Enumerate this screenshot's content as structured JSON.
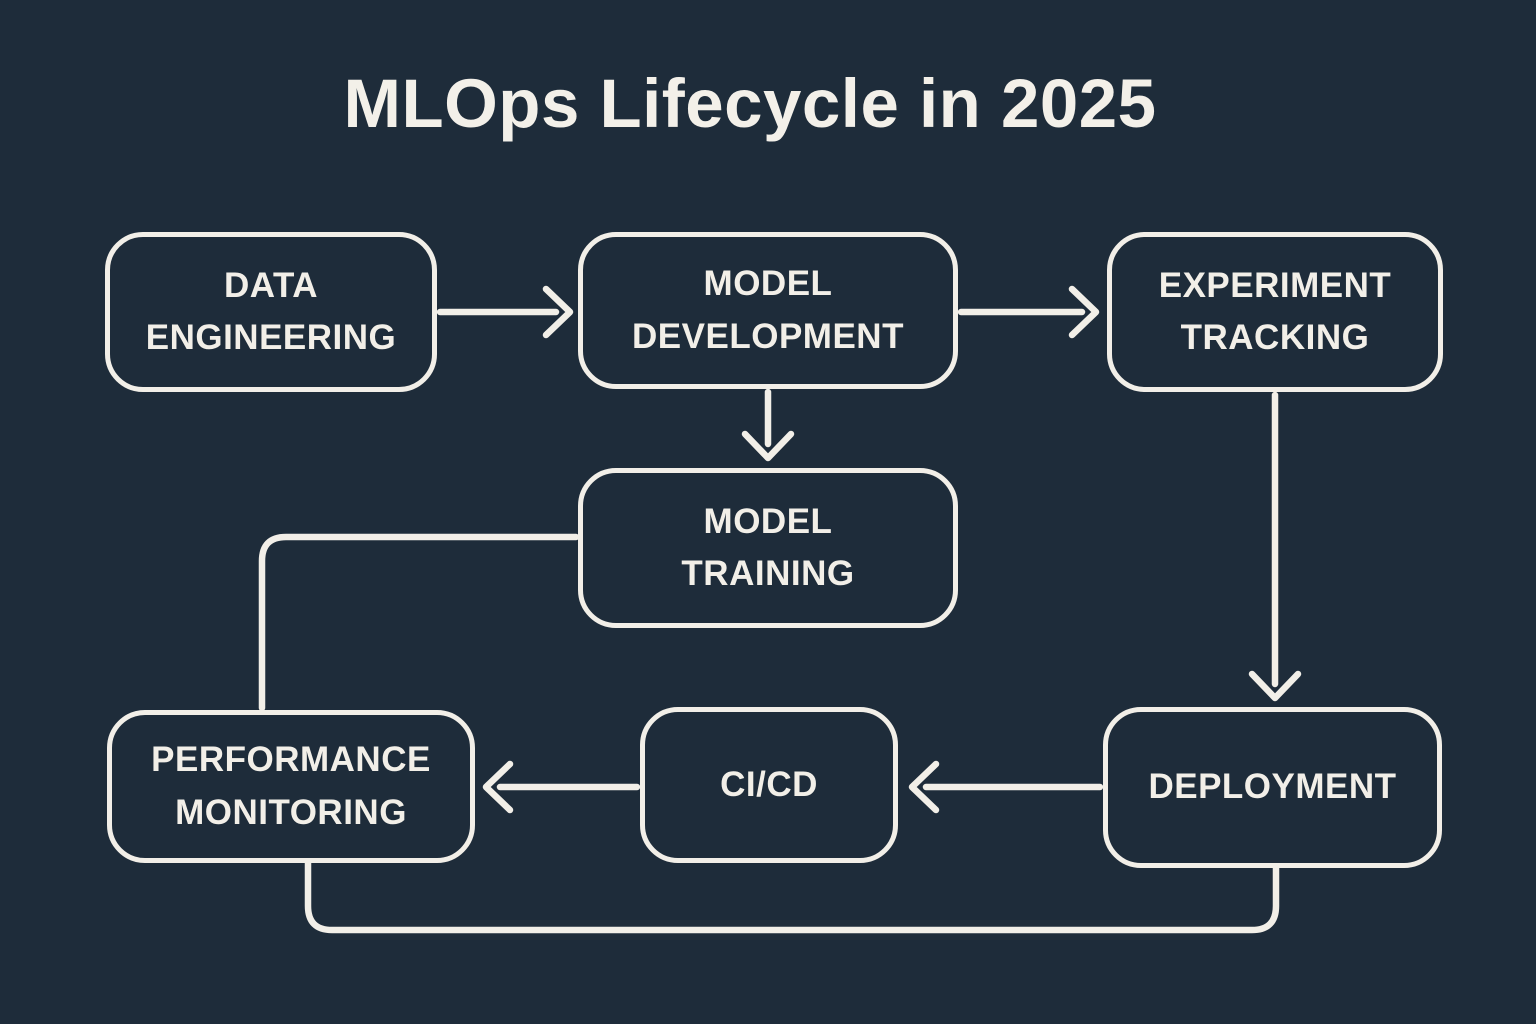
{
  "title": "MLOps Lifecycle in 2025",
  "colors": {
    "background": "#1e2c3a",
    "stroke": "#f2efe8",
    "text": "#f2efe8"
  },
  "nodes": [
    {
      "id": "data-engineering",
      "label": "DATA\nENGINEERING"
    },
    {
      "id": "model-development",
      "label": "MODEL\nDEVELOPMENT"
    },
    {
      "id": "experiment-tracking",
      "label": "EXPERIMENT\nTRACKING"
    },
    {
      "id": "model-training",
      "label": "MODEL\nTRAINING"
    },
    {
      "id": "performance-monitoring",
      "label": "PERFORMANCE\nMONITORING"
    },
    {
      "id": "cicd",
      "label": "CI/CD"
    },
    {
      "id": "deployment",
      "label": "DEPLOYMENT"
    }
  ],
  "edges": [
    {
      "from": "DATA ENGINEERING",
      "to": "MODEL DEVELOPMENT",
      "arrowhead": true
    },
    {
      "from": "MODEL DEVELOPMENT",
      "to": "EXPERIMENT TRACKING",
      "arrowhead": true
    },
    {
      "from": "MODEL DEVELOPMENT",
      "to": "MODEL TRAINING",
      "arrowhead": true
    },
    {
      "from": "EXPERIMENT TRACKING",
      "to": "DEPLOYMENT",
      "arrowhead": true
    },
    {
      "from": "DEPLOYMENT",
      "to": "CI/CD",
      "arrowhead": true
    },
    {
      "from": "CI/CD",
      "to": "PERFORMANCE MONITORING",
      "arrowhead": true
    },
    {
      "from": "MODEL TRAINING",
      "to": "PERFORMANCE MONITORING",
      "arrowhead": false
    },
    {
      "from": "PERFORMANCE MONITORING",
      "to": "DEPLOYMENT",
      "arrowhead": false
    }
  ]
}
